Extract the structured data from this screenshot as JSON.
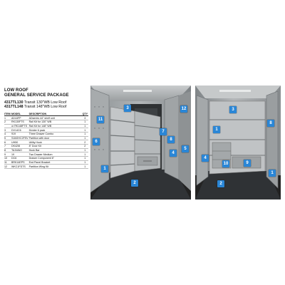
{
  "heading": {
    "line1": "LOW ROOF",
    "line2": "GENERAL SERVICE PACKAGE"
  },
  "models": [
    {
      "code": "4317TL130",
      "desc": "Transit 130\"WB Low Roof"
    },
    {
      "code": "4317TL148",
      "desc": "Transit 148\"WB Low Roof"
    }
  ],
  "table": {
    "headers": [
      "ITEM",
      "MODEL",
      "DESCRIPTION",
      "QTY"
    ],
    "rows": [
      [
        "1",
        "AD44FP",
        "ADseries 44\" shelf unit",
        "3"
      ],
      [
        "2",
        "RK130FTS",
        "Rail Kit for 130\" WB",
        "1"
      ],
      [
        "",
        "or RK148FTS",
        "Rail Kit for 148\" WB",
        "1"
      ],
      [
        "3",
        "DV14C6",
        "Divider 6 pack",
        "1"
      ],
      [
        "4",
        "919",
        "Three Drawer Combo",
        "1"
      ],
      [
        "5",
        "S1M2HC2FSV",
        "Partition with door",
        "1"
      ],
      [
        "6",
        "UH50",
        "Utility Hook",
        "2"
      ],
      [
        "7",
        "DK42I8",
        "8\" Door Kit",
        "2"
      ],
      [
        "8",
        "TA1WAO",
        "Hook Bar",
        "1"
      ],
      [
        "9",
        "19",
        "Two Drawer Medium",
        "1"
      ],
      [
        "10",
        "DC6",
        "Drawer Component 6\"",
        "1"
      ],
      [
        "11",
        "BRK14EPS",
        "End Panel Bracket",
        "1"
      ],
      [
        "12",
        "WKC1FDTS",
        "Partition Wing Kit",
        "1"
      ]
    ]
  },
  "photo_left_badges": [
    "3",
    "12",
    "11",
    "7",
    "6",
    "8",
    "4",
    "5",
    "1",
    "2"
  ],
  "photo_right_badges": [
    "3",
    "8",
    "1",
    "4",
    "10",
    "9",
    "1",
    "2"
  ],
  "colors": {
    "badge": "#2a86d6",
    "van_interior": "#9fa3a6",
    "shelf_gray": "#bfc2c4",
    "floor": "#2a2a2a"
  }
}
